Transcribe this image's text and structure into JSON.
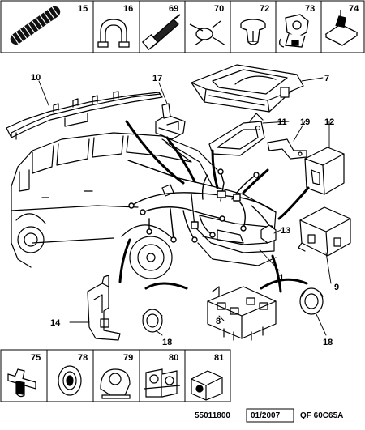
{
  "top_parts": [
    {
      "number": "15",
      "icon": "convoluted-tube-icon"
    },
    {
      "number": "16",
      "icon": "pipe-clip-icon"
    },
    {
      "number": "69",
      "icon": "cable-tie-icon"
    },
    {
      "number": "70",
      "icon": "cable-tie-loop-icon"
    },
    {
      "number": "72",
      "icon": "push-rivet-icon"
    },
    {
      "number": "73",
      "icon": "harness-clip-icon"
    },
    {
      "number": "74",
      "icon": "fir-tree-clip-icon"
    }
  ],
  "bottom_parts": [
    {
      "number": "75",
      "icon": "stud-clip-icon"
    },
    {
      "number": "78",
      "icon": "grommet-icon"
    },
    {
      "number": "79",
      "icon": "tube-clip-icon"
    },
    {
      "number": "80",
      "icon": "double-clip-icon"
    },
    {
      "number": "81",
      "icon": "edge-clip-icon"
    }
  ],
  "callouts": {
    "c10": "10",
    "c17": "17",
    "c7": "7",
    "c11": "11",
    "c19": "19",
    "c12": "12",
    "c13": "13",
    "c1": "1",
    "c9": "9",
    "c14": "14",
    "c18a": "18",
    "c8": "8",
    "c18b": "18"
  },
  "footer": {
    "ref": "55011800",
    "date": "01/2007",
    "code": "QF 60C65A"
  },
  "colors": {
    "line": "#000000",
    "background": "#ffffff"
  }
}
